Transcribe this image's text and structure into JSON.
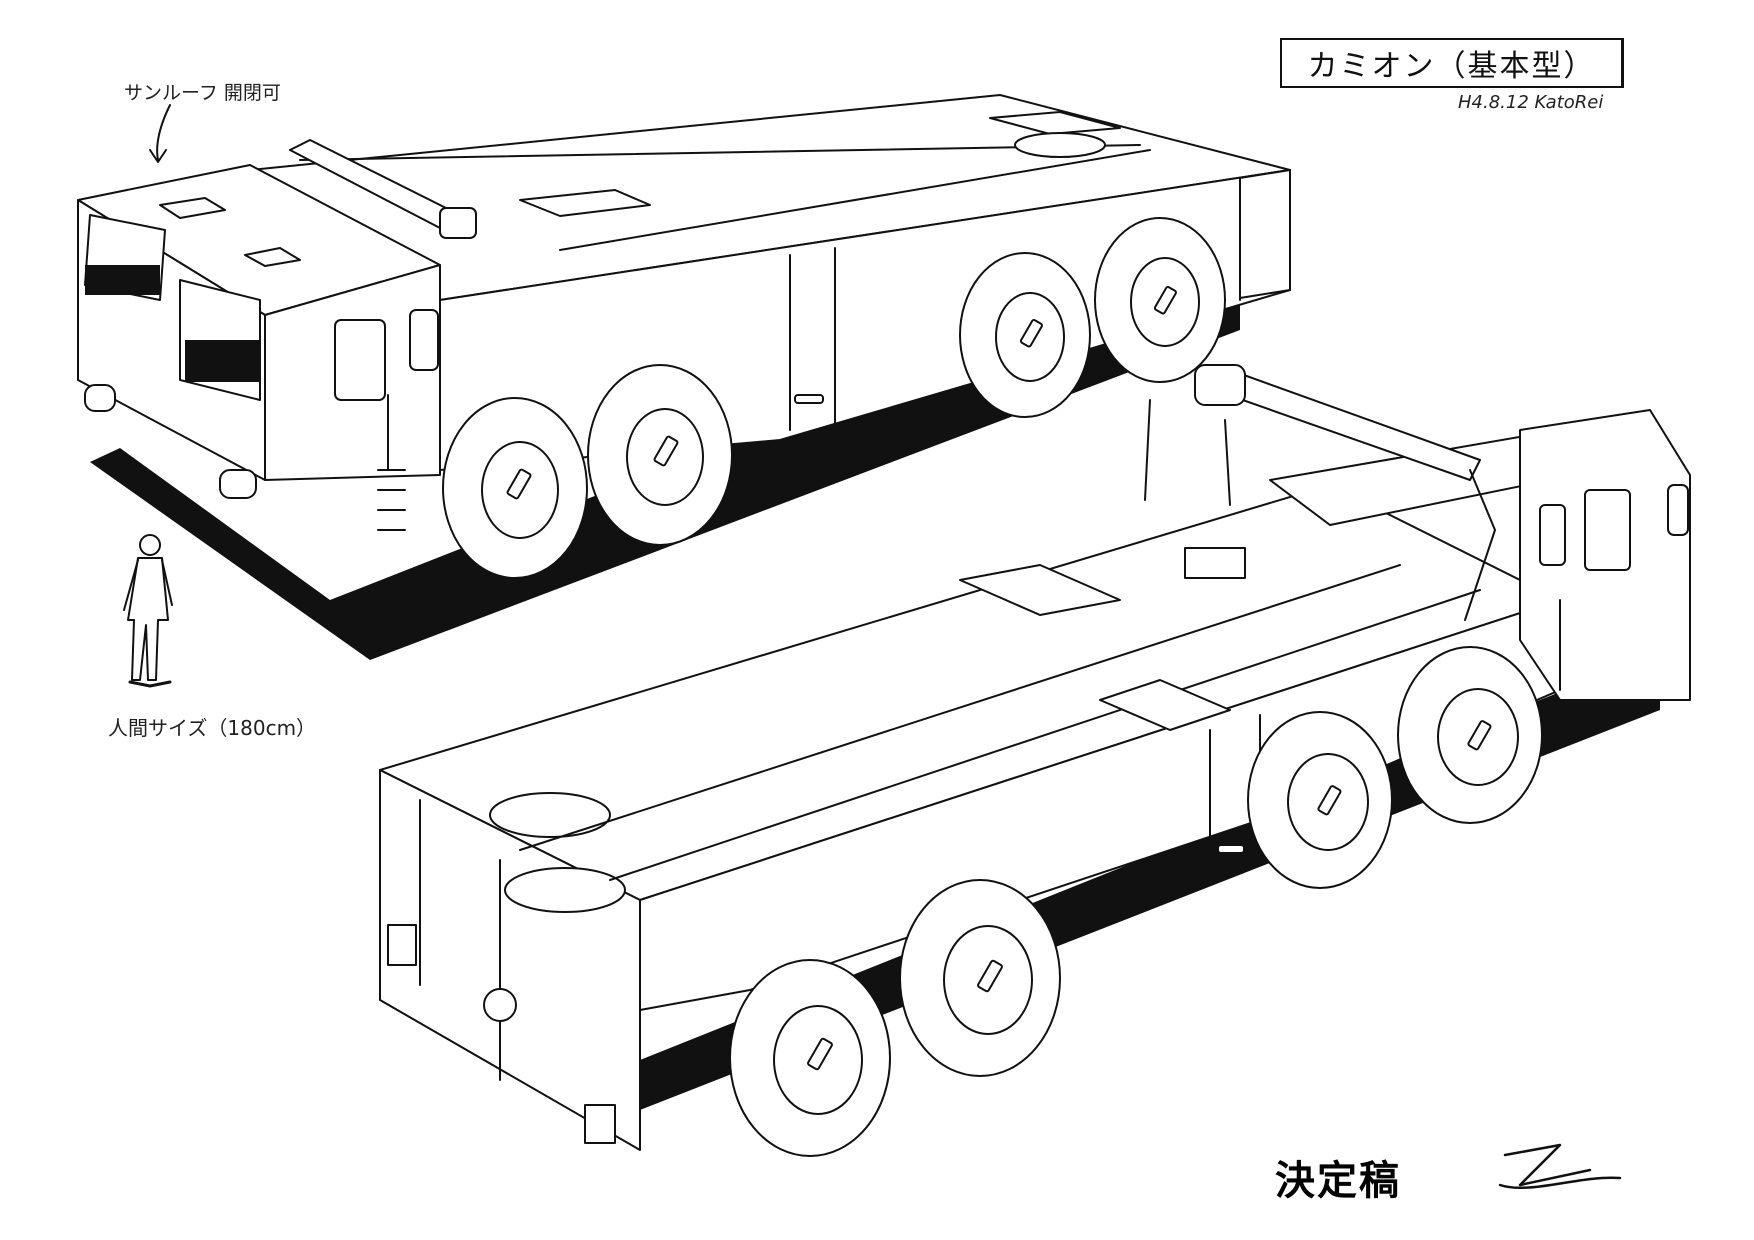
{
  "sheet": {
    "title": "カミオン（基本型）",
    "date_signature": "H4.8.12 KatoRei",
    "annotations": {
      "sunroof_note": "サンルーフ 開閉可",
      "human_scale_note": "人間サイズ（180cm）"
    },
    "approval_stamp": "決定稿",
    "approval_signature": "Z"
  }
}
